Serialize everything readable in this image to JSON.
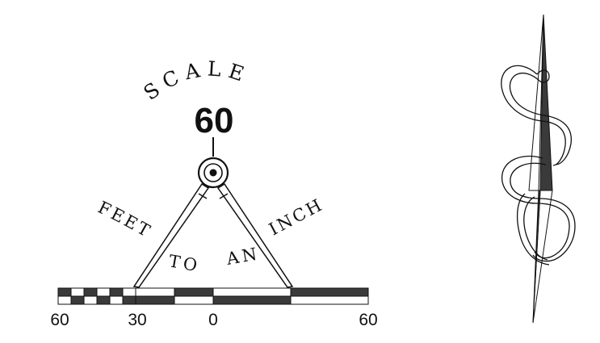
{
  "scale": {
    "title": "SCALE",
    "value": "60",
    "units": "FEET TO AN INCH",
    "unit_words": [
      "FEET",
      "TO",
      "AN",
      "INCH"
    ],
    "tick_labels": [
      "60",
      "30",
      "0",
      "60"
    ]
  },
  "north_arrow": {
    "icon": "north-arrow-icon"
  },
  "colors": {
    "ink": "#111111",
    "dark_fill": "#3a3a3a",
    "paper": "#ffffff"
  }
}
